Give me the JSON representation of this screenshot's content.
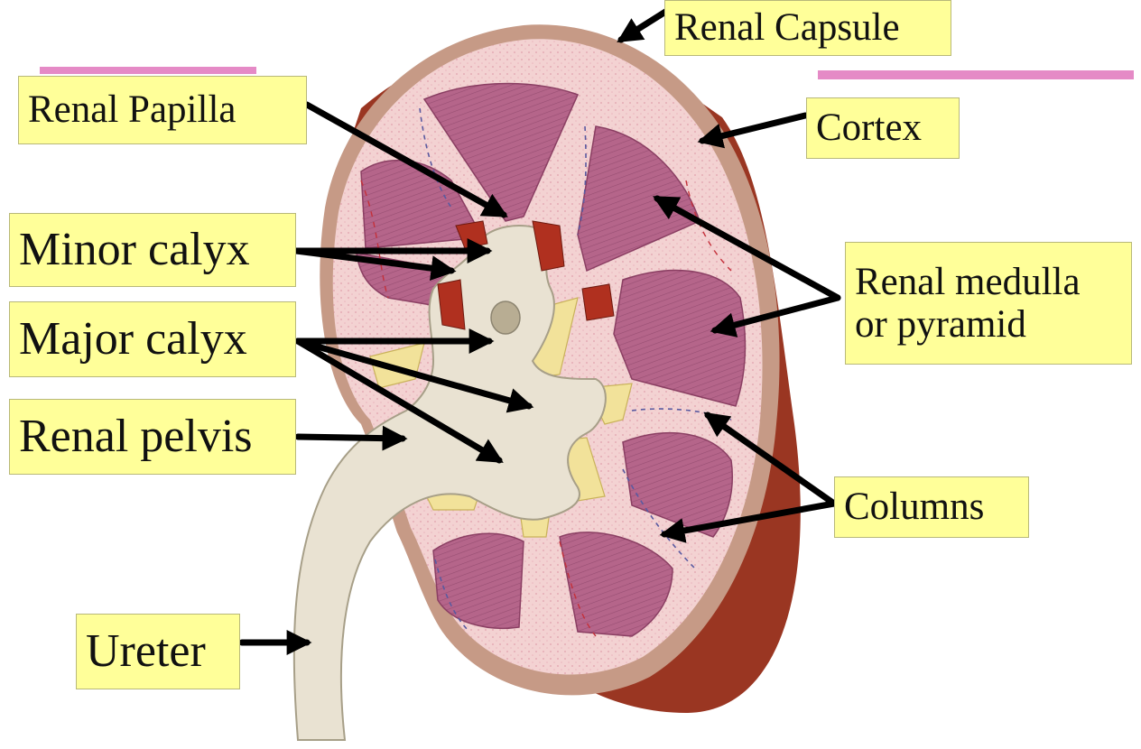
{
  "labels": {
    "renal_capsule": "Renal Capsule",
    "renal_papilla": "Renal Papilla",
    "cortex": "Cortex",
    "minor_calyx": "Minor calyx",
    "major_calyx": "Major calyx",
    "renal_medulla_line1": "Renal medulla",
    "renal_medulla_line2": "or pyramid",
    "renal_pelvis": "Renal pelvis",
    "columns": "Columns",
    "ureter": "Ureter"
  },
  "colors": {
    "label_fill": "#ffff99",
    "arrow": "#000000",
    "accent_bar": "#e58ac6",
    "cortex": "#f3d2d2",
    "capsule": "#c69a86",
    "pyramid": "#b5658a",
    "pelvis": "#e9e2d2",
    "fat": "#f2e29a",
    "outer_shadow": "#9a3622"
  }
}
